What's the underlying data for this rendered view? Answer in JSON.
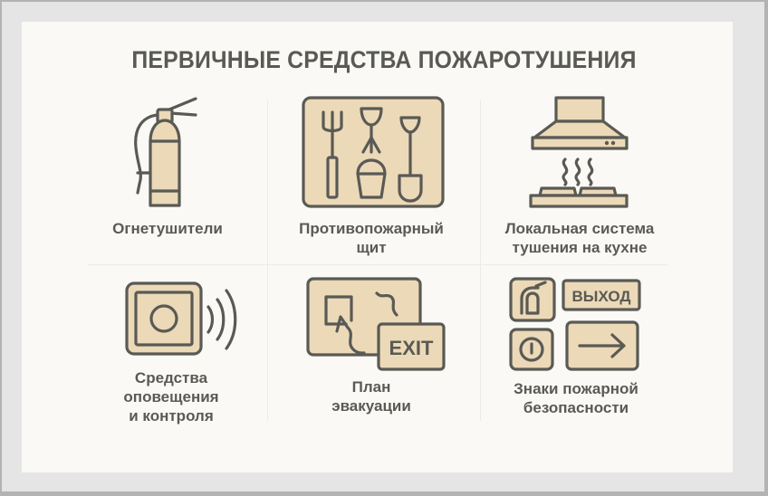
{
  "title": "ПЕРВИЧНЫЕ СРЕДСТВА ПОЖАРОТУШЕНИЯ",
  "colors": {
    "outer_border": "#b3b3b3",
    "frame": "#e5e5e5",
    "card": "#faf9f6",
    "text": "#5a5a55",
    "icon_fill": "#ecd9b8",
    "icon_stroke": "#5a5a55",
    "divider": "#ecebe7"
  },
  "items": [
    {
      "icon": "fire-extinguisher-icon",
      "label_lines": [
        "Огнетушители"
      ]
    },
    {
      "icon": "fire-board-icon",
      "label_lines": [
        "Противопожарный",
        "щит"
      ]
    },
    {
      "icon": "kitchen-hood-icon",
      "label_lines": [
        "Локальная система",
        "тушения на кухне"
      ]
    },
    {
      "icon": "alarm-button-icon",
      "label_lines": [
        "Средства",
        "оповещения",
        "и контроля"
      ]
    },
    {
      "icon": "evacuation-plan-icon",
      "label_lines": [
        "План",
        "эвакуации"
      ],
      "sign_text": "EXIT"
    },
    {
      "icon": "safety-signs-icon",
      "label_lines": [
        "Знаки пожарной",
        "безопасности"
      ],
      "sign_text": "ВЫХОД"
    }
  ]
}
